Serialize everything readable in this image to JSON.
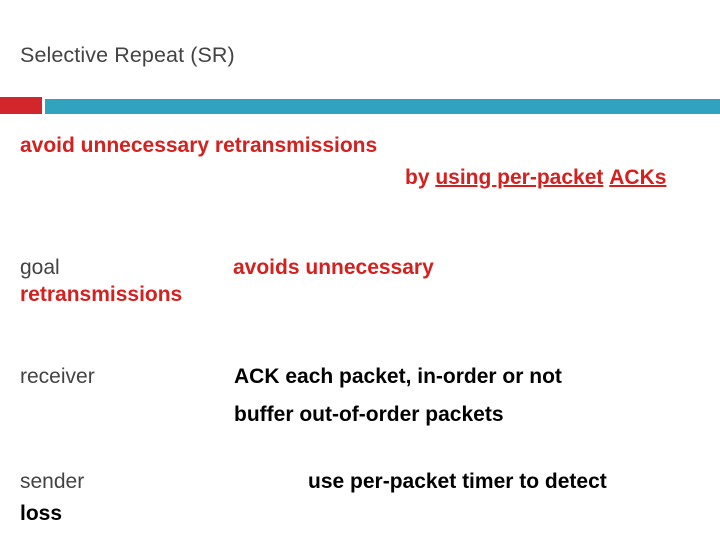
{
  "slide": {
    "title": "Selective Repeat (SR)",
    "accent_red": "#d2262c",
    "accent_teal": "#31a3be",
    "text_red": "#d4211f",
    "text_gray": "#434343",
    "text_black": "#000000"
  },
  "body": {
    "avoid": {
      "line1": "avoid unnecessary retransmissions",
      "line2_plain": "by ",
      "line2_underlined": "using per-packet",
      "line3_underlined": "ACKs"
    },
    "goal": {
      "label": "goal",
      "value_line1": "avoids unnecessary",
      "value_line2": "retransmissions"
    },
    "receiver": {
      "label": "receiver",
      "value_line1": "ACK each packet, in-order or not",
      "value_line2": "buffer out-of-order packets"
    },
    "sender": {
      "label": "sender",
      "value_line1": "use per-packet timer to detect",
      "value_line2": "loss"
    }
  }
}
